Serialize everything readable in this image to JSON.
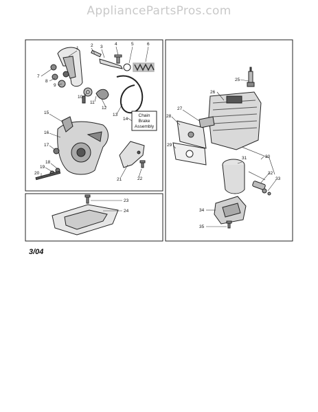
{
  "site": {
    "title": "AppliancePartsPros.com"
  },
  "callouts": {
    "c1": "1",
    "c2": "2",
    "c3": "3",
    "c4": "4",
    "c5": "5",
    "c6": "6",
    "c7": "7",
    "c8": "8",
    "c9": "9",
    "c10": "10",
    "c11": "11",
    "c12": "12",
    "c13": "13",
    "c14": "14",
    "c15": "15",
    "c16": "16",
    "c17": "17",
    "c18": "18",
    "c19": "19",
    "c20": "20",
    "c21": "21",
    "c22": "22",
    "c23": "23",
    "c24": "24",
    "c25": "25",
    "c26": "26",
    "c27": "27",
    "c28": "28",
    "c29": "29",
    "c30": "30",
    "c31": "31",
    "c32": "32",
    "c33": "33",
    "c34": "34",
    "c35": "35"
  },
  "chain_brake_label": {
    "line1": "Chain",
    "line2": "Brake",
    "line3": "Assembly"
  },
  "footer": {
    "date_code": "3/04"
  }
}
